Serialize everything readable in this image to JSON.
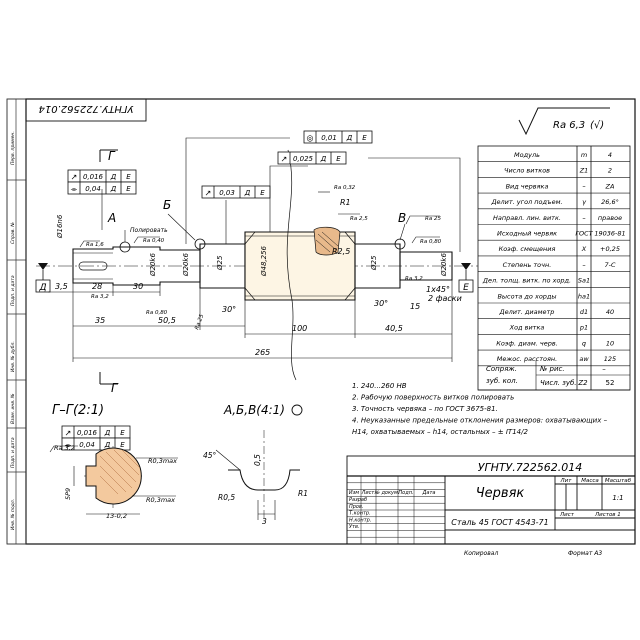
{
  "stamp_top": "УГНТУ.722562.014",
  "roughness_general": {
    "value": "Ra 6,3",
    "suffix": "(√)"
  },
  "side_labels": [
    "Перв. примен.",
    "Справ. №",
    "Подп. и дата",
    "Инв. № дубл.",
    "Взам. инв. №",
    "Подп. и дата",
    "Инв. № подл."
  ],
  "parameters": [
    {
      "name": "Модуль",
      "sym": "m",
      "value": "4"
    },
    {
      "name": "Число витков",
      "sym": "Z1",
      "value": "2"
    },
    {
      "name": "Вид червяка",
      "sym": "–",
      "value": "ZA"
    },
    {
      "name": "Делит. угол подъем.",
      "sym": "γ",
      "value": "26,6°"
    },
    {
      "name": "Направл. лин. витк.",
      "sym": "–",
      "value": "правое"
    },
    {
      "name": "Исходный червяк",
      "sym": "ГОСТ",
      "value": "19036-81"
    },
    {
      "name": "Коэф. смещения",
      "sym": "X",
      "value": "+0,25"
    },
    {
      "name": "Степень точн.",
      "sym": "–",
      "value": "7-С"
    },
    {
      "name": "Дел. толщ. витк. по хорд.",
      "sym": "Sa1",
      "value": ""
    },
    {
      "name": "Высота до хорды",
      "sym": "ha1",
      "value": ""
    },
    {
      "name": "Делит. диаметр",
      "sym": "d1",
      "value": "40"
    },
    {
      "name": "Ход витка",
      "sym": "p1",
      "value": ""
    },
    {
      "name": "Коэф. диам. черв.",
      "sym": "q",
      "value": "10"
    },
    {
      "name": "Межос. расстоян.",
      "sym": "aw",
      "value": "125"
    }
  ],
  "mating": {
    "label1": "Сопряж.",
    "label2": "зуб. кол.",
    "row1": "№ рис.",
    "row1_val": "–",
    "row2": "Числ. зуб.",
    "row2_sym": "Z2",
    "row2_val": "52"
  },
  "notes": [
    "1. 240...260 HB",
    "2. Рабочую поверхность витков полировать",
    "3. Точность червяка – по ГОСТ 3675-81.",
    "4. Неуказанные предельные отклонения размеров: охватывающих –",
    "H14, охватываемых – h14, остальных – ± IT14/2"
  ],
  "title_block": {
    "designation": "УГНТУ.722562.014",
    "name": "Червяк",
    "material": "Сталь 45 ГОСТ 4543-71",
    "col_lit": "Лит",
    "col_mass": "Масса",
    "col_scale": "Масштаб",
    "scale": "1:1",
    "sheet": "Лист",
    "sheets": "Листов 1",
    "rows": [
      "Изм",
      "Лист",
      "№ докум.",
      "Подп.",
      "Дата",
      "Разраб",
      "Пров.",
      "Т.контр.",
      "Н.контр.",
      "Утв."
    ],
    "copied": "Копировал",
    "format": "Формат А3"
  },
  "section_title": "Г–Г(2:1)",
  "detail_title": "А,Б,В(4:1)",
  "labels": {
    "A": "А",
    "B": "Б",
    "V": "В",
    "G": "Г",
    "polish": "Полировать",
    "chamfers": "2 фаски"
  },
  "tolerance_frames": [
    {
      "sym": "↗",
      "val": "0,016",
      "base1": "Д",
      "base2": "Е"
    },
    {
      "sym": "⌯",
      "val": "0,04",
      "base1": "Д",
      "base2": "Е"
    },
    {
      "sym": "↗",
      "val": "0,03",
      "base1": "Д",
      "base2": "Е"
    },
    {
      "sym": "◎",
      "val": "0,01",
      "base1": "Д",
      "base2": "Е"
    },
    {
      "sym": "↗",
      "val": "0,025",
      "base1": "Д",
      "base2": "Е"
    },
    {
      "sym": "↗",
      "val": "0,016",
      "base1": "Д",
      "base2": "Е"
    },
    {
      "sym": "⌯",
      "val": "0,04",
      "base1": "Д",
      "base2": "Е"
    }
  ],
  "dims": {
    "d_left": "Ø16n6",
    "d_mid1": "Ø20k6",
    "d_mid2": "Ø20k6",
    "d_mid3": "Ø25",
    "d_worm": "Ø48,256",
    "d_mid4": "Ø25",
    "d_right": "Ø20k6",
    "l_35": "3,5",
    "l_28": "28",
    "l_30": "30",
    "l_35b": "35",
    "l_505": "50,5",
    "l_100": "100",
    "l_405": "40,5",
    "l_265": "265",
    "l_15": "15",
    "l_145": "1х45°",
    "ang30a": "30°",
    "ang30b": "30°",
    "ra16": "Ra 1,6",
    "ra32": "Ra 3,2",
    "ra04": "Ra 0,40",
    "ra08": "Ra 0,80",
    "ra25": "Ra 25",
    "ra032": "Ra 0,32",
    "ra25b": "Ra 2,5",
    "ra25c": "Ra 25",
    "ra08b": "Ra 0,80",
    "ra32b": "Ra 3,2",
    "r1": "R1",
    "r25": "R2,5",
    "sec_r03a": "R0,3max",
    "sec_r03b": "R0,3max",
    "sec_135": "13-0,2",
    "sec_5p9": "5P9",
    "sec_ra32": "Ra 3,2",
    "det_45": "45°",
    "det_05": "0,5",
    "det_r05": "R0,5",
    "det_r1": "R1",
    "det_3": "3"
  },
  "bases": {
    "D": "Д",
    "E": "Е"
  }
}
